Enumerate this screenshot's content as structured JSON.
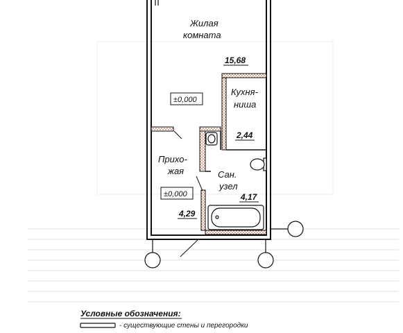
{
  "rooms": {
    "living_name_line1": "Жилая",
    "living_name_line2": "комната",
    "living_area": "15,68",
    "kitchen_name_line1": "Кухня-",
    "kitchen_name_line2": "ниша",
    "kitchen_area": "2,44",
    "hallway_name_line1": "Прихо-",
    "hallway_name_line2": "жая",
    "hallway_area": "4,29",
    "bathroom_name_line1": "Сан.",
    "bathroom_name_line2": "узел",
    "bathroom_area": "4,17"
  },
  "levels": {
    "living_level": "±0,000",
    "hallway_level": "±0,000"
  },
  "legend": {
    "title": "Условные обозначения:",
    "existing_walls": "- существующие стены и перегородки"
  },
  "colors": {
    "wall": "#111111",
    "partition_fill": "#b24a2a",
    "ghost_text": "#d4d4d4"
  }
}
